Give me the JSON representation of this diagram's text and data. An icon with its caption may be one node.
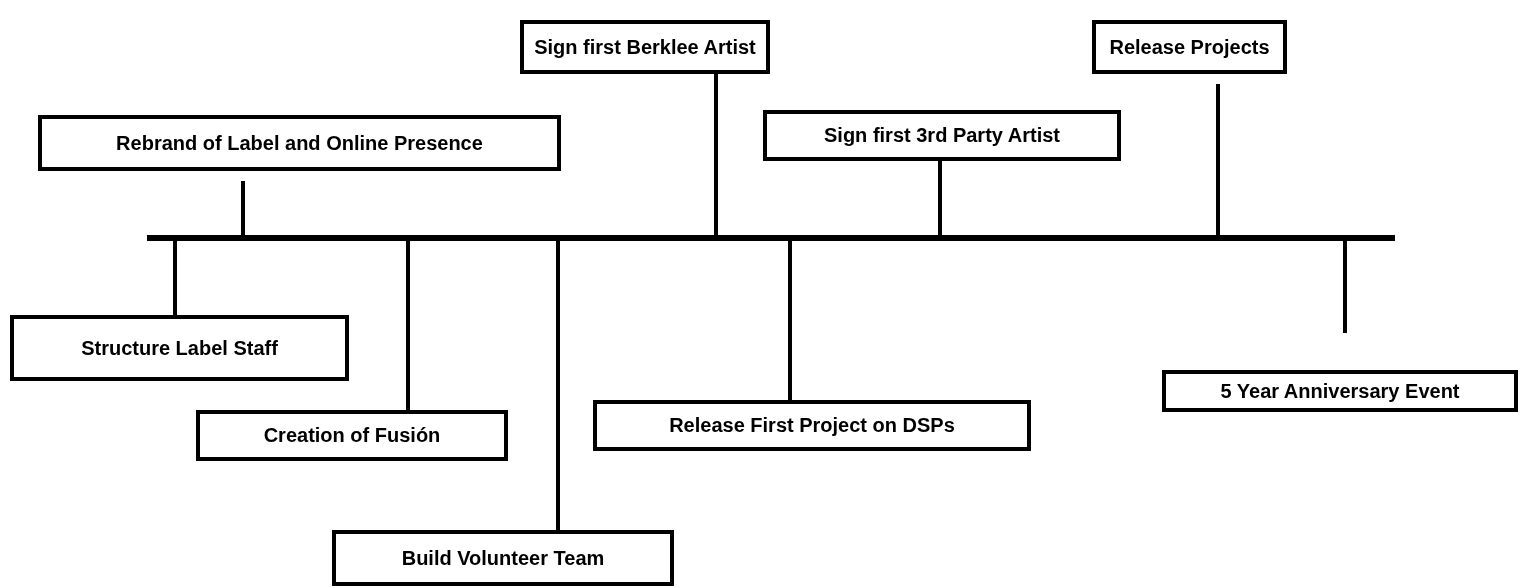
{
  "diagram": {
    "nodes": [
      {
        "text": [
          "Sign first Berklee Artist"
        ]
      },
      {
        "text": [
          "Release Projects"
        ]
      },
      {
        "text": [
          "Rebrand of Label and Online Presence"
        ]
      },
      {
        "text": [
          "Sign first 3rd Party Artist"
        ]
      },
      {
        "text": [],
        "shape": "bar"
      },
      {
        "text": [
          "Structure Label Staff"
        ]
      },
      {
        "text": [
          "5 Year Anniversary Event"
        ]
      },
      {
        "text": [
          "Creation of Fusión"
        ]
      },
      {
        "text": [
          "Release First Project on DSPs"
        ]
      },
      {
        "text": [
          "Build Volunteer Team"
        ]
      }
    ],
    "edges": [
      {
        "from": 0,
        "to": 4,
        "arrow": "none"
      },
      {
        "from": 1,
        "to": 4,
        "arrow": "none"
      },
      {
        "from": 2,
        "to": 4,
        "arrow": "none"
      },
      {
        "from": 3,
        "to": 4,
        "arrow": "none"
      },
      {
        "from": 5,
        "to": 4,
        "arrow": "none"
      },
      {
        "from": 6,
        "to": 4,
        "arrow": "none"
      },
      {
        "from": 7,
        "to": 4,
        "arrow": "none"
      },
      {
        "from": 8,
        "to": 4,
        "arrow": "none"
      },
      {
        "from": 9,
        "to": 4,
        "arrow": "none"
      }
    ]
  }
}
